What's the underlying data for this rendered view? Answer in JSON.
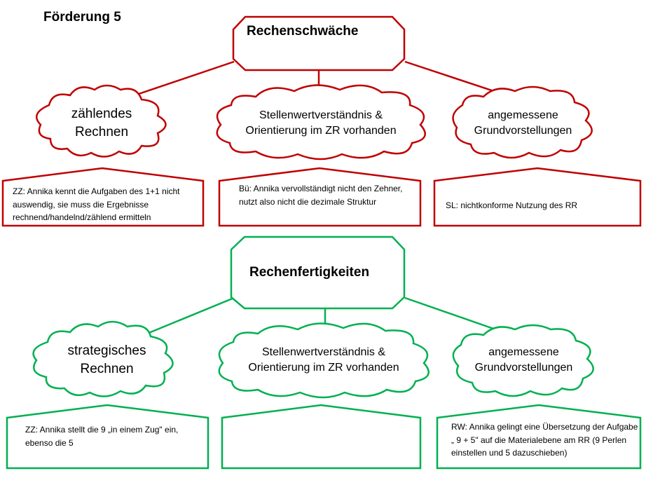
{
  "title": "Förderung 5",
  "top": {
    "heading": "Rechenschwäche",
    "color": "#c00000",
    "clouds": [
      "zählendes\nRechnen",
      "Stellenwertverständnis &\nOrientierung im ZR vorhanden",
      "angemessene\nGrundvorstellungen"
    ],
    "notes": [
      "ZZ:  Annika kennt die Aufgaben des 1+1 nicht auswendig, sie muss die Ergebnisse rechnend/handelnd/zählend ermitteln",
      "Bü: Annika vervollständigt nicht den Zehner, nutzt also nicht die dezimale Struktur",
      "SL: nichtkonforme Nutzung des RR"
    ]
  },
  "bottom": {
    "heading": "Rechenfertigkeiten",
    "color": "#00b050",
    "clouds": [
      "strategisches\nRechnen",
      "Stellenwertverständnis &\nOrientierung im ZR vorhanden",
      "angemessene\nGrundvorstellungen"
    ],
    "notes": [
      "ZZ: Annika stellt die 9 „in einem Zug\" ein, ebenso die 5",
      "",
      "RW: Annika gelingt eine Übersetzung der Aufgabe „ 9 + 5\" auf die Materialebene am RR (9 Perlen einstellen und 5 dazuschieben)"
    ]
  }
}
